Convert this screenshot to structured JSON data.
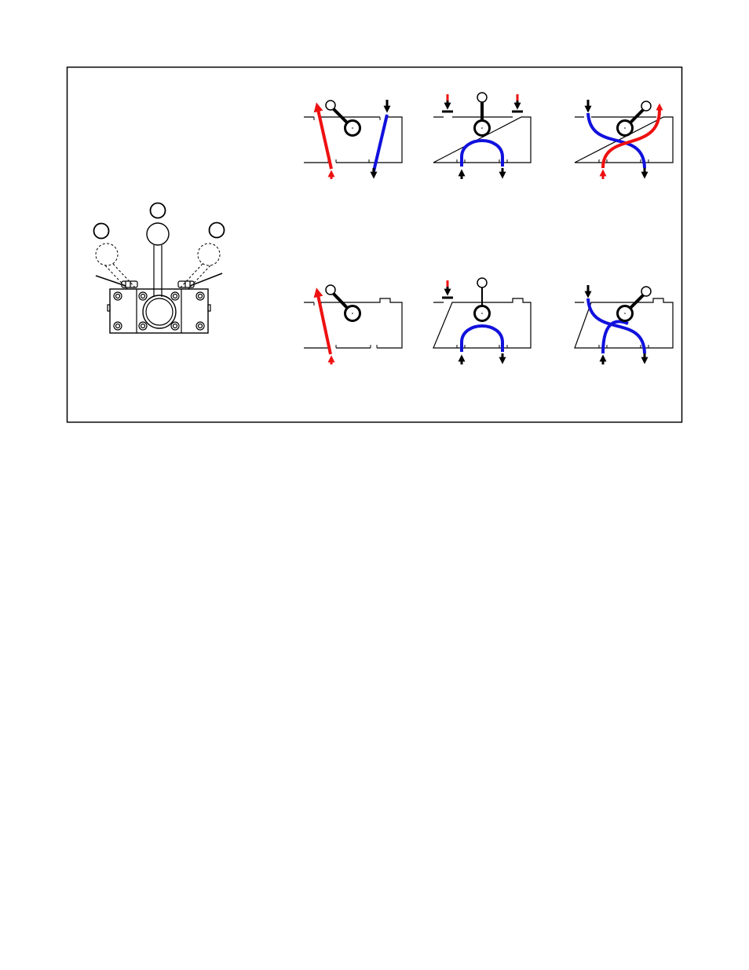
{
  "colors": {
    "line": "#000000",
    "supply": "#ee1111",
    "return": "#1111dd",
    "frame": "#000000",
    "background": "#ffffff"
  },
  "figure": {
    "panels": [
      {
        "id": "top-left",
        "row": "top",
        "column": "left",
        "lever": "left",
        "flow": "straight"
      },
      {
        "id": "top-center",
        "row": "top",
        "column": "center",
        "lever": "center",
        "flow": "loop"
      },
      {
        "id": "top-right",
        "row": "top",
        "column": "right",
        "lever": "right",
        "flow": "crossed"
      },
      {
        "id": "bottom-left",
        "row": "bottom",
        "column": "left",
        "lever": "left",
        "flow": "straight"
      },
      {
        "id": "bottom-center",
        "row": "bottom",
        "column": "center",
        "lever": "center",
        "flow": "loop"
      },
      {
        "id": "bottom-right",
        "row": "bottom",
        "column": "right",
        "lever": "right",
        "flow": "crossed"
      }
    ],
    "valve_lever_positions": [
      "left",
      "center",
      "right"
    ],
    "icons": [
      "valve-assembly-icon",
      "lever-knob-icon",
      "flow-arrow-icon"
    ]
  }
}
